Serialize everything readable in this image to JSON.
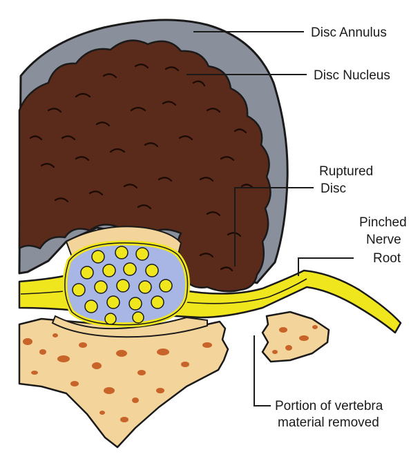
{
  "labels": {
    "disc_annulus": "Disc Annulus",
    "disc_nucleus": "Disc Nucleus",
    "ruptured_disc_line1": "Ruptured",
    "ruptured_disc_line2": "Disc",
    "pinched_line1": "Pinched",
    "pinched_line2": "Nerve",
    "pinched_line3": "Root",
    "portion_line1": "Portion of vertebra",
    "portion_line2": "material removed"
  },
  "colors": {
    "annulus": "#8a8f9c",
    "nucleus": "#5a2a1a",
    "bone": "#f3d49a",
    "bone_spots": "#c8642a",
    "nerve": "#f0e61e",
    "canal": "#a8b6e6",
    "outline": "#1a1a1a"
  }
}
